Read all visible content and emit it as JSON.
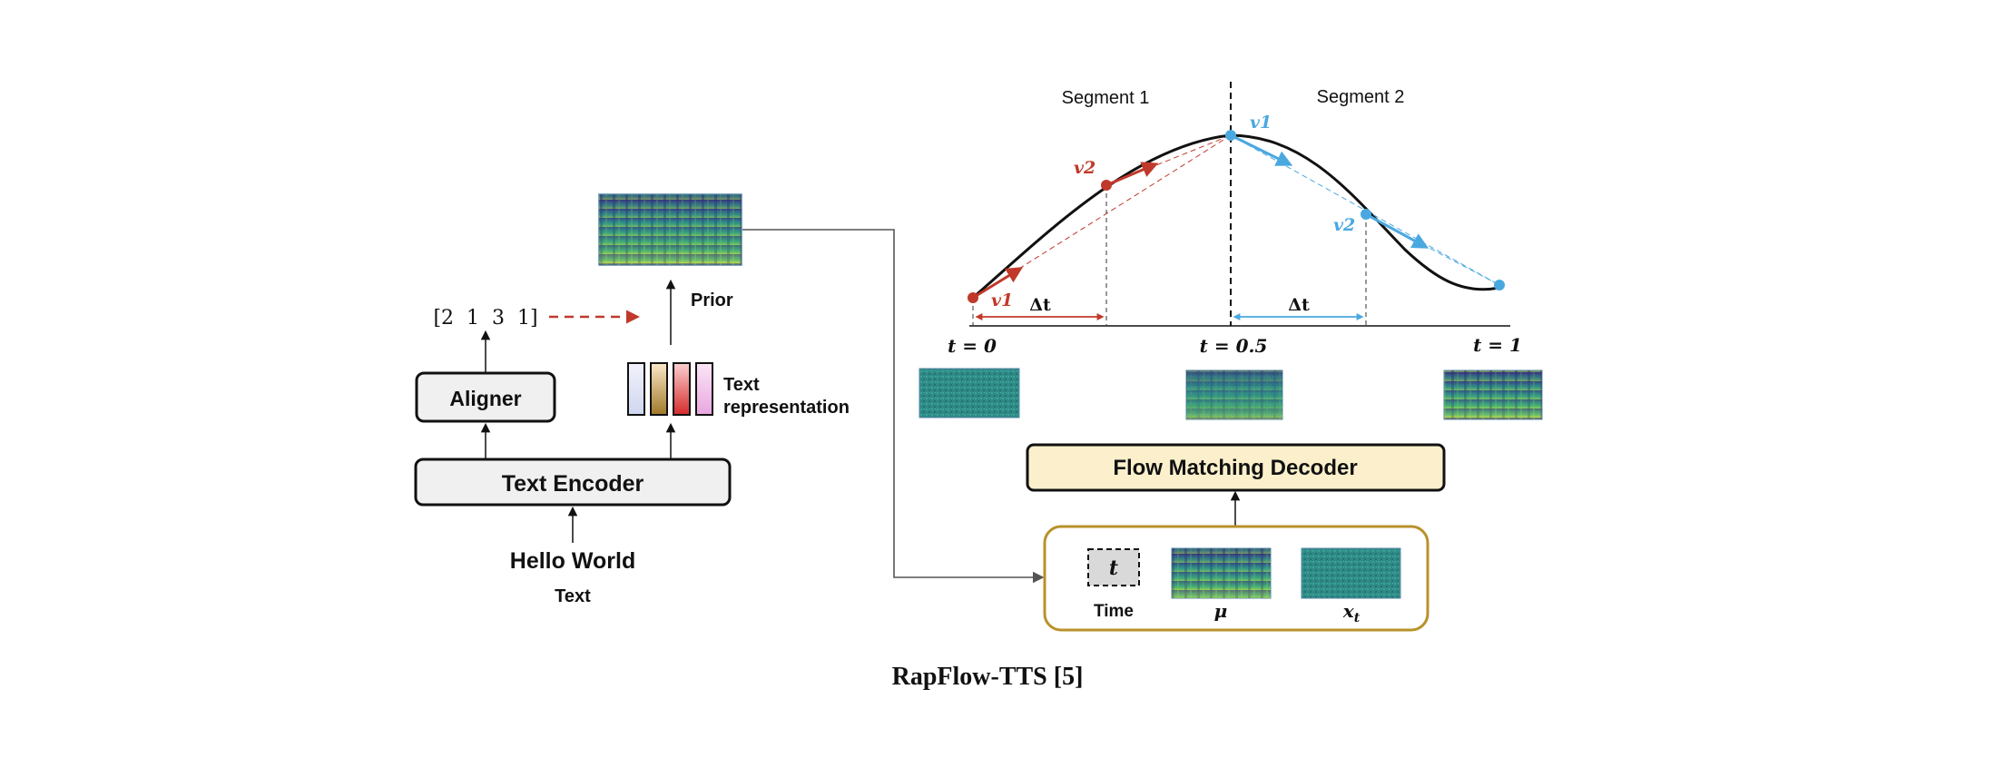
{
  "left": {
    "text_encoder": "Text Encoder",
    "aligner": "Aligner",
    "input_text": "Hello World",
    "input_caption": "Text",
    "durations": "[2  1  3  1]",
    "text_representation_line1": "Text",
    "text_representation_line2": "representation",
    "prior": "Prior"
  },
  "curve": {
    "segment1": "Segment 1",
    "segment2": "Segment 2",
    "t0": "t = 0",
    "t05": "t = 0.5",
    "t1": "t = 1",
    "delta": "Δt",
    "v1": "v1",
    "v2": "v2"
  },
  "decoder": {
    "label": "Flow Matching Decoder",
    "inputs": {
      "time_symbol": "t",
      "time_caption": "Time",
      "mu_caption": "μ",
      "xt_caption": "x",
      "xt_subscript": "t"
    }
  },
  "caption": "RapFlow-TTS [5]",
  "colors": {
    "red": "#c0392b",
    "blue": "#4aa8e0",
    "gold": "#b8922a",
    "decoder_fill": "#fcf0cc",
    "box_fill": "#f0f0f0"
  }
}
